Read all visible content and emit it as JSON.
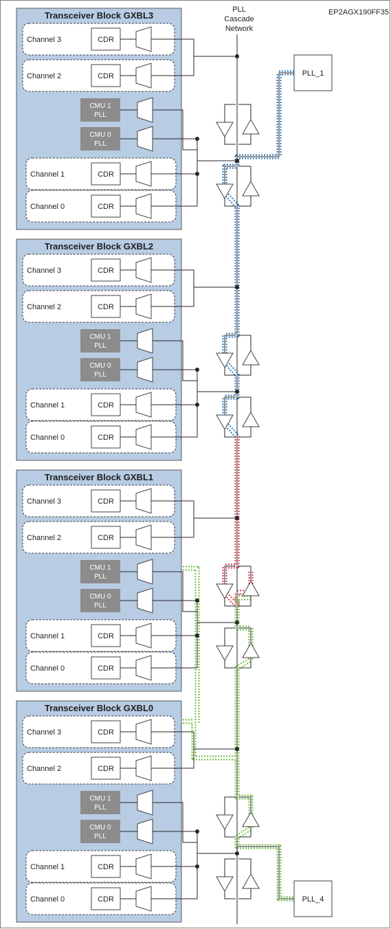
{
  "device_label": "EP2AGX190FF35",
  "network_label": [
    "PLL",
    "Cascade",
    "Network"
  ],
  "pll_top": "PLL_1",
  "pll_bottom": "PLL_4",
  "blocks": [
    {
      "title": "Transceiver Block GXBL3"
    },
    {
      "title": "Transceiver Block GXBL2"
    },
    {
      "title": "Transceiver Block GXBL1"
    },
    {
      "title": "Transceiver Block GXBL0"
    }
  ],
  "labels": {
    "channel_3": "Channel 3",
    "channel_2": "Channel 2",
    "channel_1": "Channel 1",
    "channel_0": "Channel 0",
    "cdr": "CDR",
    "cmu1": [
      "CMU 1",
      "PLL"
    ],
    "cmu0": [
      "CMU 0",
      "PLL"
    ]
  },
  "highlight_colors": {
    "blue": "#2e75b6",
    "red": "#d9344a",
    "green": "#6cbf3a",
    "block_fill": "#b8cce4",
    "cmu_fill": "#8c8c8c"
  }
}
